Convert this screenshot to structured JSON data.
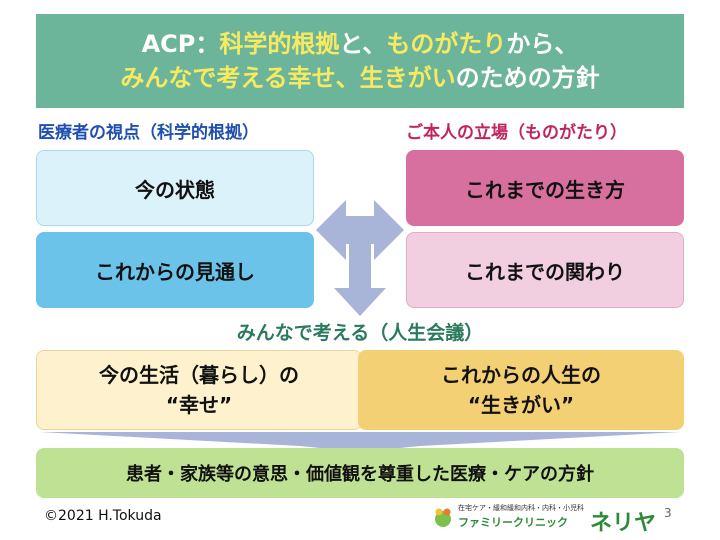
{
  "banner": {
    "line1": {
      "p1": "ACP：",
      "p2": "科学的根拠",
      "p3": "と、",
      "p4": "ものがたり",
      "p5": "から、"
    },
    "line2": {
      "p1": "みんなで考える幸せ、生きがい",
      "p2": "のための方針"
    }
  },
  "colors": {
    "banner_bg": "#6db59a",
    "highlight": "#f7ea63",
    "arrow": "#a8b4d8"
  },
  "left_heading": "医療者の視点（科学的根拠）",
  "right_heading": "ご本人の立場（ものがたり）",
  "boxes": {
    "current_state": "今の状態",
    "future_outlook": "これからの見通し",
    "life_so_far": "これまでの生き方",
    "relations_so_far": "これまでの関わり"
  },
  "center_heading": "みんなで考える（人生会議）",
  "daily": {
    "line1": "今の生活（暮らし）の",
    "line2": "“幸せ”"
  },
  "ikigai": {
    "line1": "これからの人生の",
    "line2": "“生きがい”"
  },
  "policy": "患者・家族等の意思・価値観を尊重した医療・ケアの方針",
  "footer": {
    "copyright": "©2021 H.Tokuda",
    "page_number": "3",
    "logo": {
      "subtitle": "在宅ケア・緩和緩和内科・内科・小児科",
      "name": "ファミリークリニック",
      "brand": "ネリヤ"
    }
  }
}
